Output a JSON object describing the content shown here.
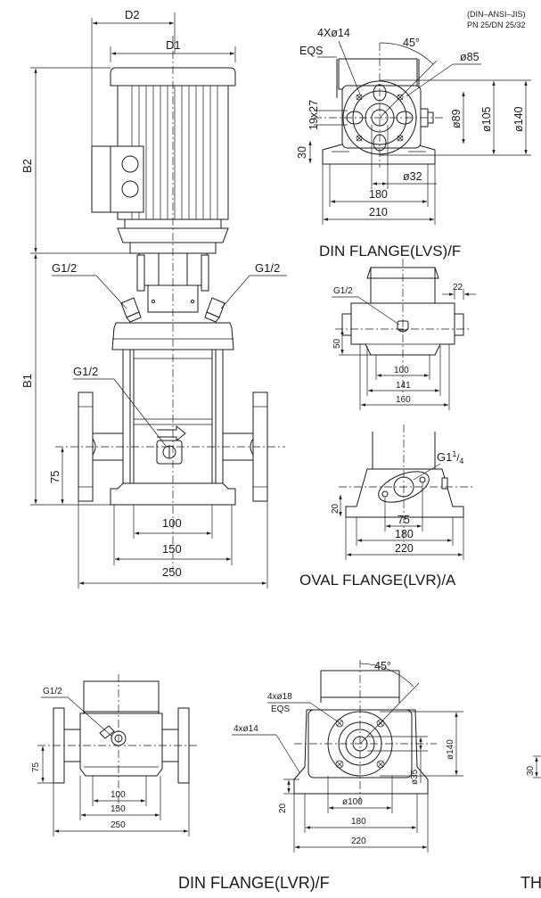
{
  "standard_note": "(DIN–ANSI–JIS)",
  "pressure_note": "PN 25/DN 25/32",
  "main_view": {
    "d2": "D2",
    "d1": "D1",
    "b2": "B2",
    "b1": "B1",
    "g_left": "G1/2",
    "g_right": "G1/2",
    "g_center": "G1/2",
    "h75": "75",
    "w100": "100",
    "w150": "150",
    "w250": "250"
  },
  "din_lvs": {
    "holes": "4Xø14",
    "eqs": "EQS",
    "angle": "45°",
    "d85": "ø85",
    "slot": "19x27",
    "h30": "30",
    "d89": "ø89",
    "d105": "ø105",
    "d140": "ø140",
    "d32": "ø32",
    "w180": "180",
    "w210": "210",
    "caption": "DIN FLANGE(LVS)/F"
  },
  "mid_view": {
    "g": "G1/2",
    "w22": "22",
    "h50": "50",
    "w100": "100",
    "w141": "141",
    "w160": "160"
  },
  "oval_view": {
    "g_main": "G1",
    "g_sup": "1",
    "g_sub": "4",
    "h20": "20",
    "w75": "75",
    "w180": "180",
    "w220": "220",
    "caption": "OVAL FLANGE(LVR)/A"
  },
  "lvr_front": {
    "g": "G1/2",
    "h75": "75",
    "w100": "100",
    "w150": "150",
    "w250": "250"
  },
  "lvr_top": {
    "holes18": "4xø18",
    "eqs": "EQS",
    "holes14": "4xø14",
    "angle": "45°",
    "d140": "ø140",
    "d35": "ø35",
    "h20": "20",
    "d100": "ø100",
    "w180": "180",
    "w220": "220"
  },
  "lvr_caption": "DIN FLANGE(LVR)/F",
  "edge_view": {
    "h30": "30",
    "caption_fragment": "TH"
  }
}
